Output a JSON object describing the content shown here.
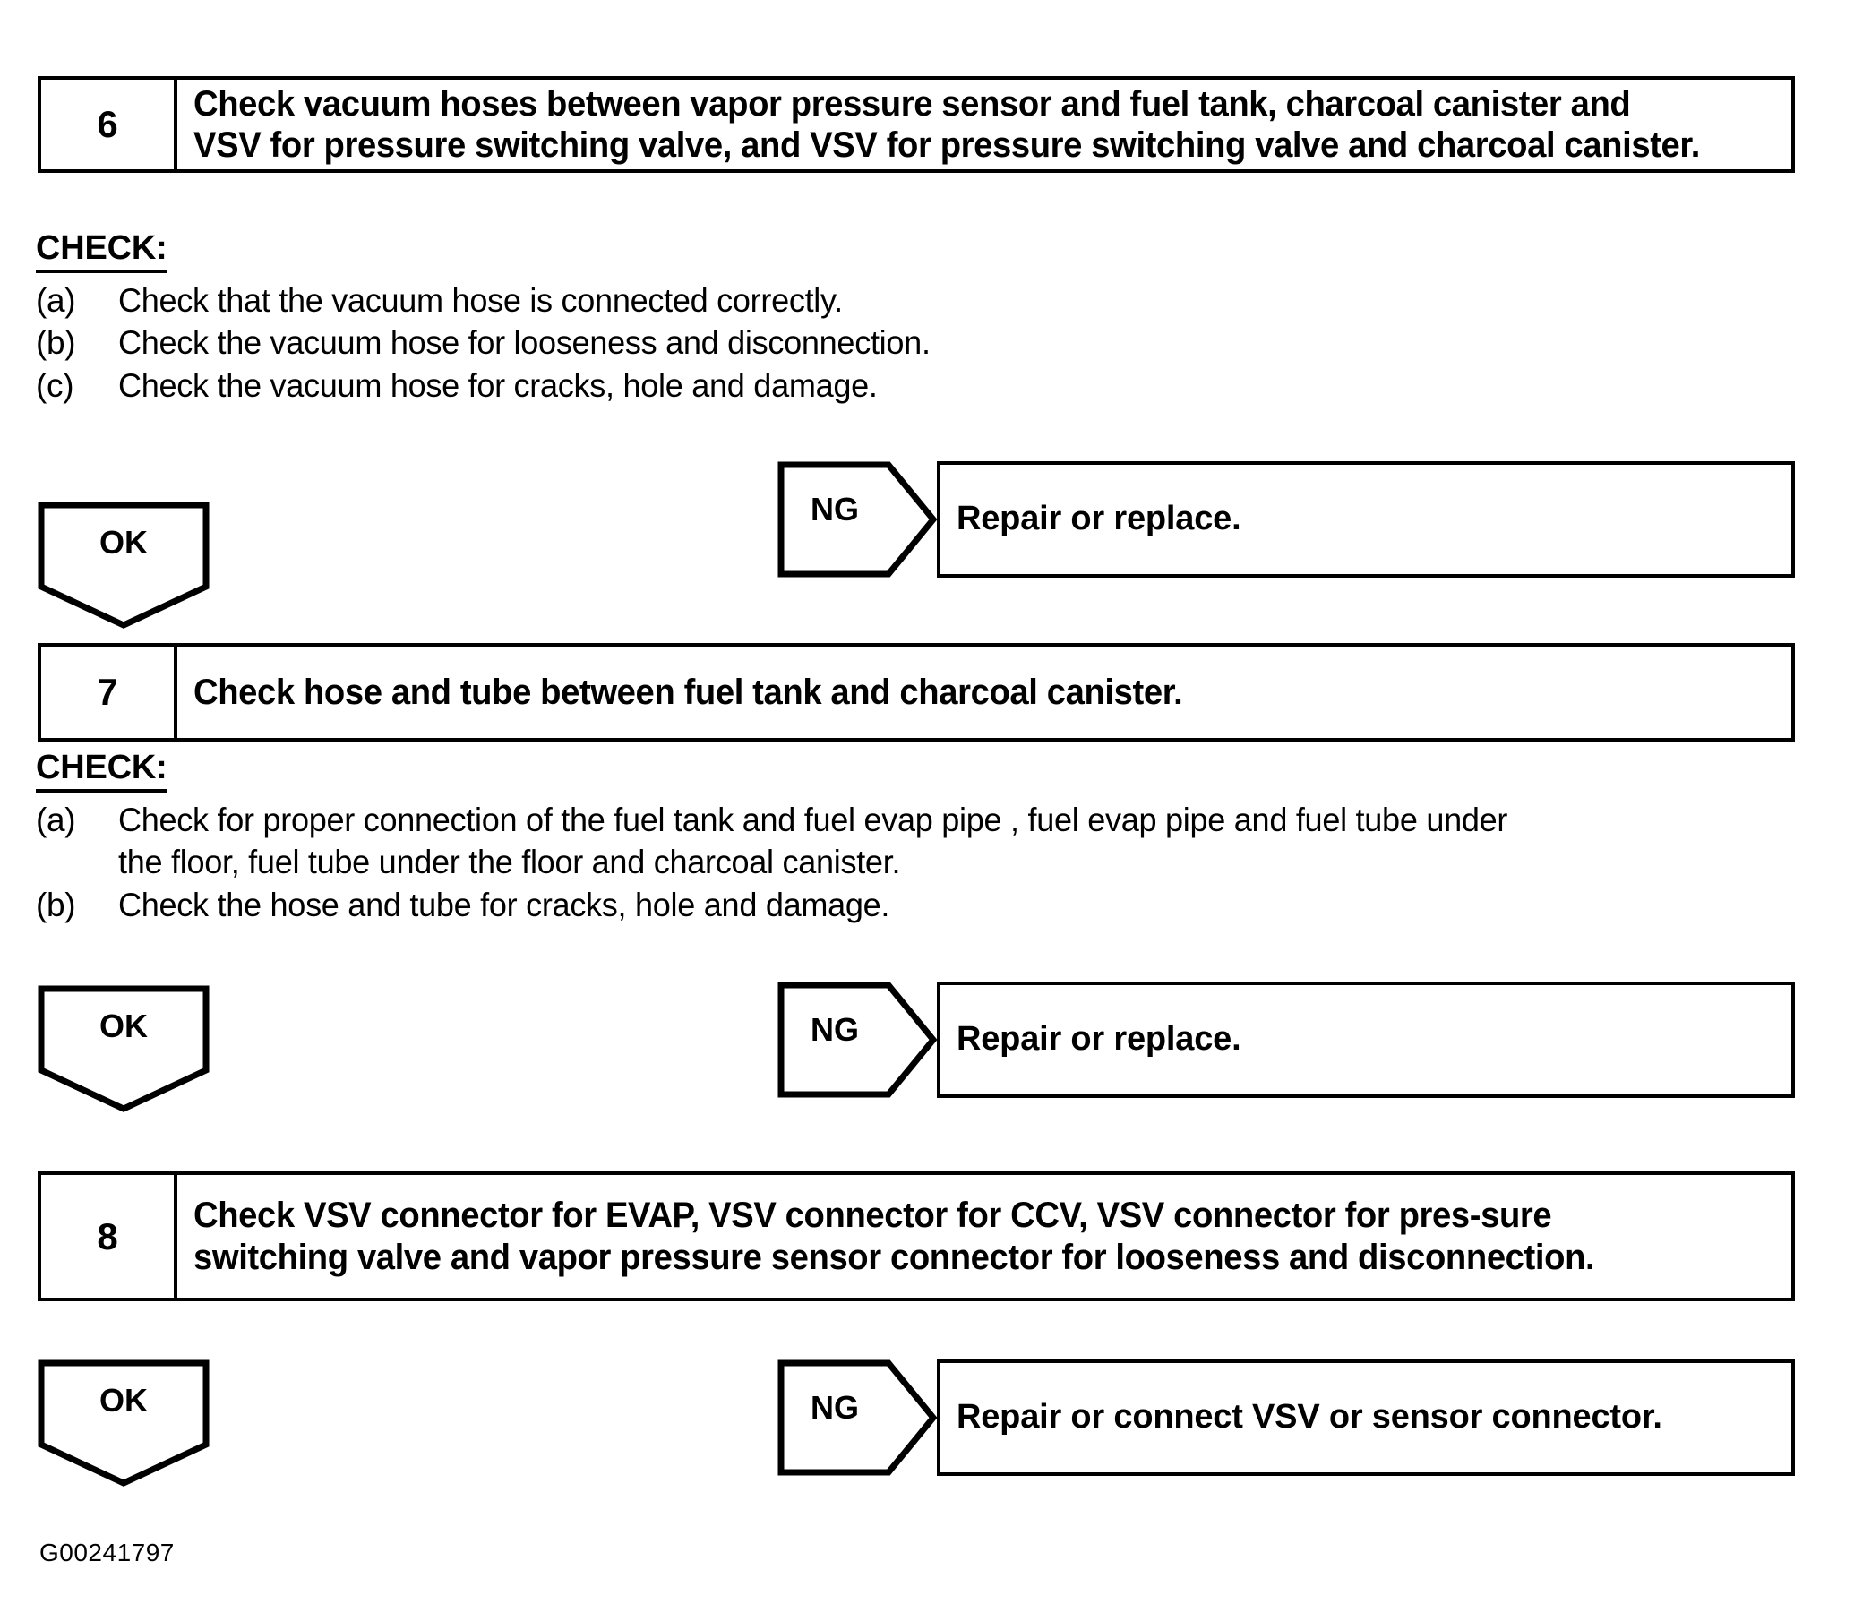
{
  "document": {
    "footer_code": "G00241797"
  },
  "steps": [
    {
      "number": "6",
      "title": "Check vacuum hoses between vapor pressure sensor and fuel tank, charcoal canister and VSV for pressure switching valve, and VSV for pressure switching valve and charcoal canister.",
      "check_heading": "CHECK:",
      "check_items": [
        {
          "letter": "(a)",
          "text": "Check that the vacuum hose is connected correctly."
        },
        {
          "letter": "(b)",
          "text": "Check the vacuum hose for looseness and disconnection."
        },
        {
          "letter": "(c)",
          "text": "Check the vacuum hose for cracks, hole and damage."
        }
      ],
      "ok_label": "OK",
      "ng_label": "NG",
      "ng_result": "Repair or replace."
    },
    {
      "number": "7",
      "title": "Check hose and tube between fuel tank and charcoal canister.",
      "check_heading": "CHECK:",
      "check_items": [
        {
          "letter": "(a)",
          "text": "Check for proper connection of the fuel tank and fuel evap pipe , fuel evap pipe and fuel tube under",
          "continuation": "the floor, fuel tube under the floor and charcoal canister."
        },
        {
          "letter": "(b)",
          "text": "Check the hose and tube for cracks, hole and damage."
        }
      ],
      "ok_label": "OK",
      "ng_label": "NG",
      "ng_result": "Repair or replace."
    },
    {
      "number": "8",
      "title": "Check VSV connector for EVAP, VSV connector for CCV, VSV connector for pres-sure switching valve and vapor pressure sensor connector for looseness and disconnection.",
      "check_heading": "",
      "check_items": [],
      "ok_label": "OK",
      "ng_label": "NG",
      "ng_result": "Repair or connect VSV or sensor connector."
    }
  ]
}
